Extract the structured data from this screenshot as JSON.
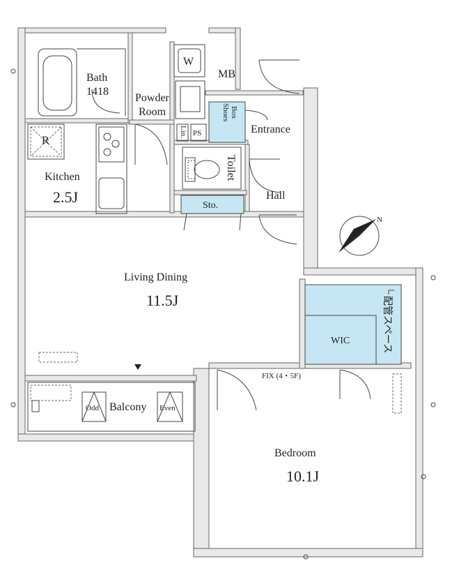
{
  "rooms": {
    "bath": "Bath",
    "bath_size": "1418",
    "powder_room_1": "Powder",
    "powder_room_2": "Room",
    "washer": "W",
    "mb": "MB",
    "shoes_box_1": "Shoes",
    "shoes_box_2": "Box",
    "entrance": "Entrance",
    "lin": "Lin.",
    "ps": "PS",
    "toilet": "Toilet",
    "hall": "Hall",
    "sto": "Sto.",
    "fridge": "R",
    "kitchen": "Kitchen",
    "kitchen_size": "2.5J",
    "living_dining": "Living Dining",
    "living_dining_size": "11.5J",
    "wic": "WIC",
    "piping_space": "配管スペース",
    "fix": "FIX (4・5F)",
    "balcony": "Balcony",
    "odd": "Odd",
    "even": "Even",
    "bedroom": "Bedroom",
    "bedroom_size": "10.1J"
  },
  "compass": {
    "north_label": "N"
  },
  "colors": {
    "accent_blue": "#c6e6f3",
    "wall_gray": "#e9e9e9",
    "line": "#444444"
  }
}
